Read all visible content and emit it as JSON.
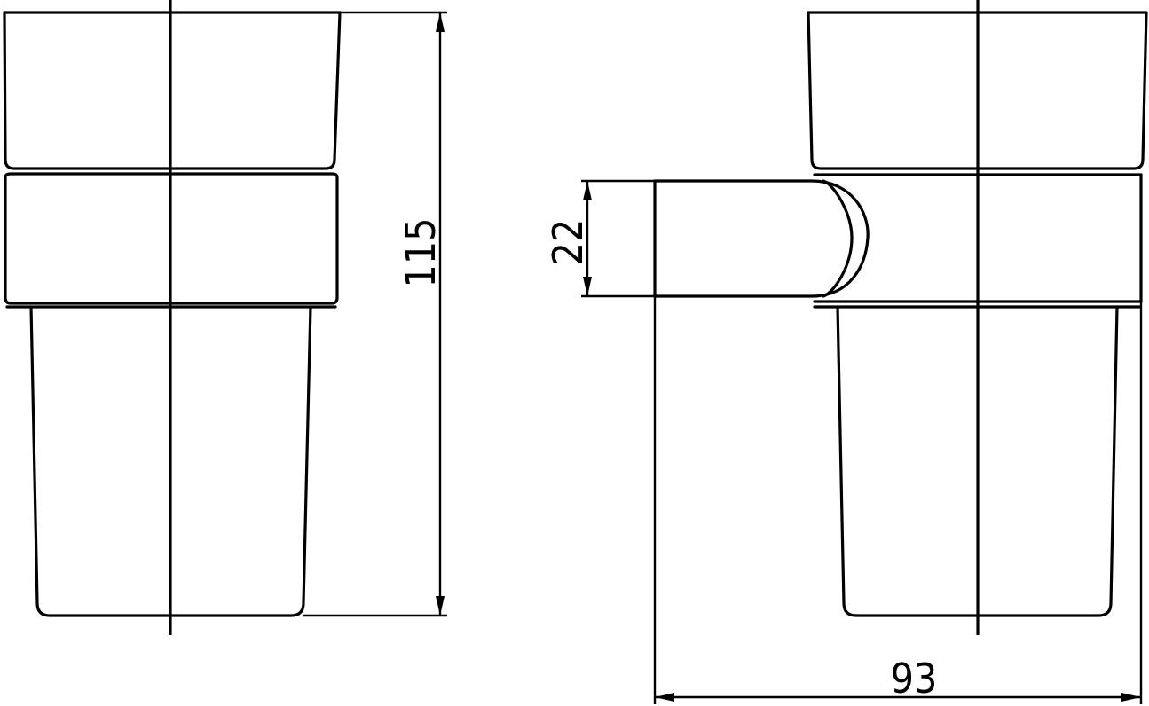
{
  "drawing": {
    "dimensions": {
      "height": "115",
      "bracket_height": "22",
      "depth": "93"
    }
  }
}
